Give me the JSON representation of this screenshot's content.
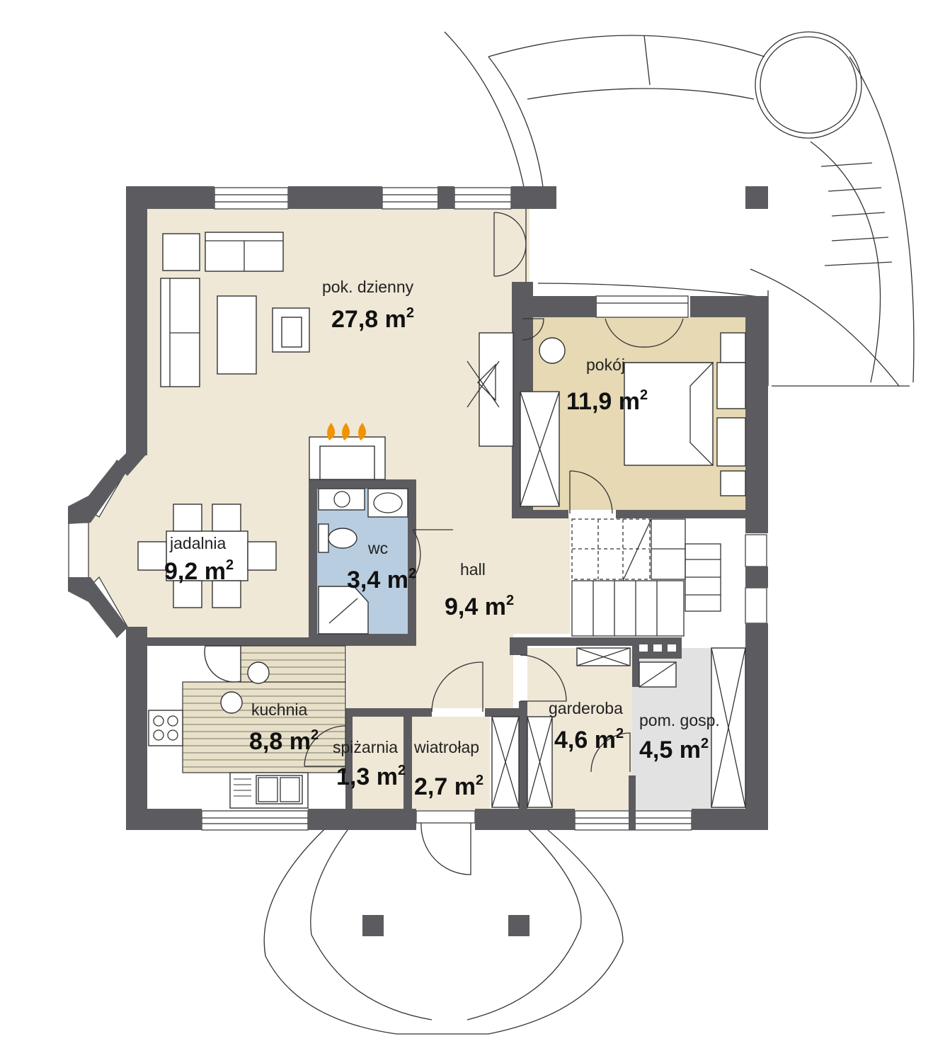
{
  "rooms": {
    "living": {
      "name": "pok. dzienny",
      "area": "27,8 m",
      "sup": "2"
    },
    "room": {
      "name": "pokój",
      "area": "11,9 m",
      "sup": "2"
    },
    "dining": {
      "name": "jadalnia",
      "area": "9,2 m",
      "sup": "2"
    },
    "wc": {
      "name": "wc",
      "area": "3,4 m",
      "sup": "2"
    },
    "hall": {
      "name": "hall",
      "area": "9,4 m",
      "sup": "2"
    },
    "kitchen": {
      "name": "kuchnia",
      "area": "8,8 m",
      "sup": "2"
    },
    "pantry": {
      "name": "spiżarnia",
      "area": "1,3 m",
      "sup": "2"
    },
    "vestibule": {
      "name": "wiatrołap",
      "area": "2,7 m",
      "sup": "2"
    },
    "wardrobe": {
      "name": "garderoba",
      "area": "4,6 m",
      "sup": "2"
    },
    "utility": {
      "name": "pom. gosp.",
      "area": "4,5 m",
      "sup": "2"
    }
  },
  "colors": {
    "wall": "#5c5c60",
    "floor_main": "#efe8d6",
    "floor_room": "#e6d9b3",
    "floor_wc": "#b8cde0",
    "floor_utility": "#e2e2e2",
    "floor_kitchen_table": "#e8e0c8",
    "flame": "#f39200"
  }
}
